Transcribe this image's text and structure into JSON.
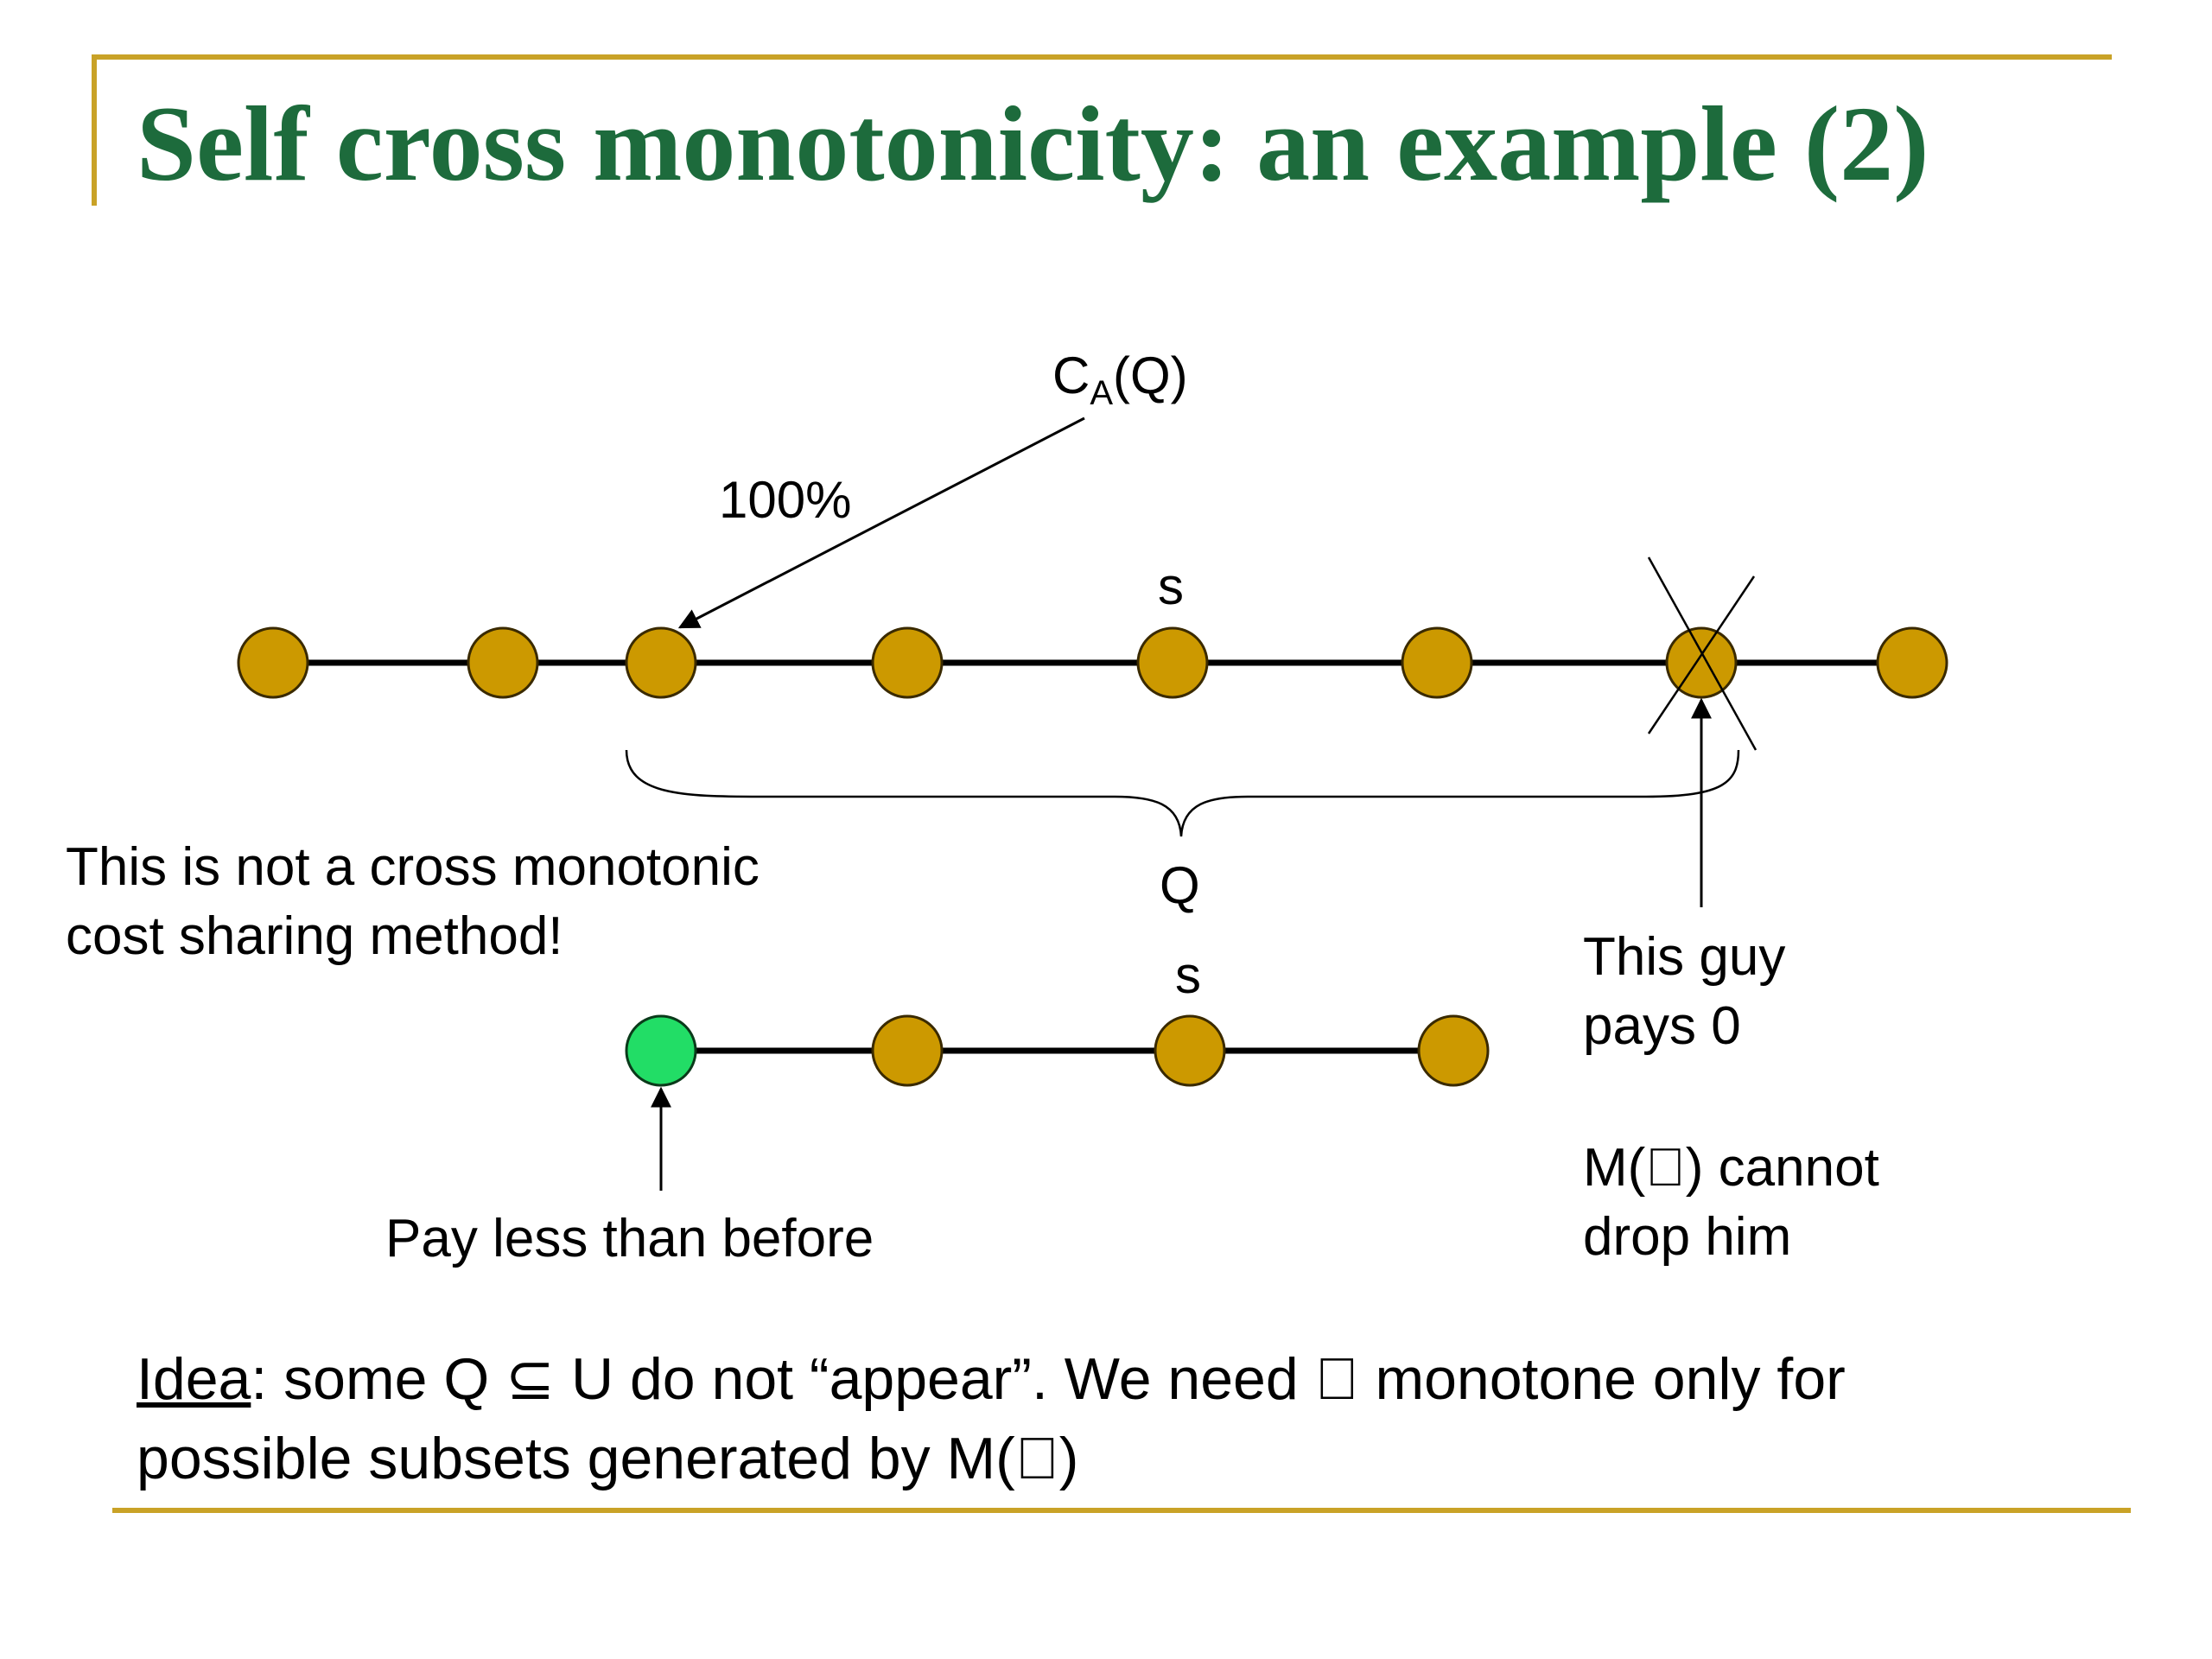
{
  "title": "Self cross monotonicity: an example (2)",
  "colors": {
    "accent_line": "#c9a227",
    "title": "#1d6b3c",
    "node": "#cc9900",
    "node_highlight": "#22dd66",
    "edge": "#000000"
  },
  "diagram": {
    "cost_label_main": "C",
    "cost_label_sub": "A",
    "cost_label_tail": "(Q)",
    "percent_label": "100%",
    "top_s_label": "s",
    "brace_label": "Q",
    "bottom_s_label": "s",
    "top_row_node_count": 8,
    "bottom_row_node_count": 4
  },
  "notes": {
    "not_cross_line1": "This is not a cross monotonic",
    "not_cross_line2": "cost sharing method!",
    "guy_line1": "This guy",
    "guy_line2": "pays 0",
    "cannot_line1": "M(⃠) cannot",
    "cannot_line2": "drop him",
    "pay_less": "Pay less than before"
  },
  "idea": {
    "label": "Idea",
    "line1_rest": ": some Q ⊆ U do not “appear”. We need ⃠ monotone only for",
    "line2": "possible subsets generated by M(⃠)"
  }
}
